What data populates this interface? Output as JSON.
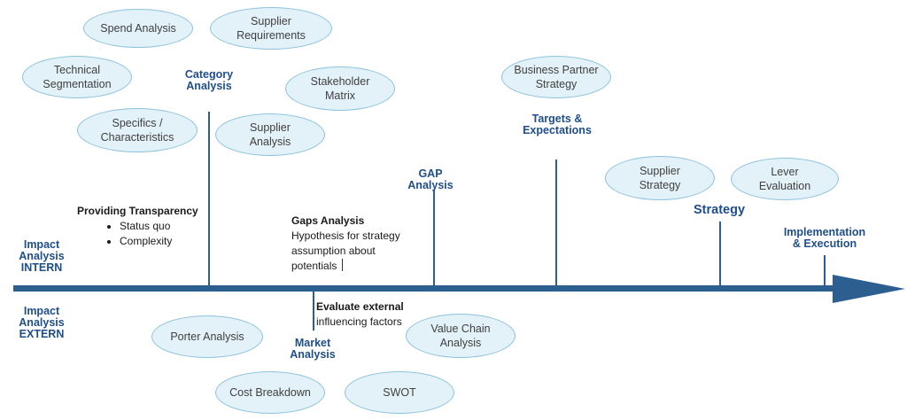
{
  "colors": {
    "arrow": "#2c5f8f",
    "heading": "#1f4e8c",
    "bubble_fill": "#e3f1f8",
    "bubble_border": "#8cc3dc",
    "text": "#404040"
  },
  "labels": {
    "impact_intern": [
      "Impact",
      "Analysis",
      "INTERN"
    ],
    "impact_extern": [
      "Impact",
      "Analysis",
      "EXTERN"
    ]
  },
  "milestones": {
    "category": [
      "Category",
      "Analysis"
    ],
    "gap": [
      "GAP",
      "Analysis"
    ],
    "targets": [
      "Targets &",
      "Expectations"
    ],
    "strategy": [
      "Strategy"
    ],
    "implementation": [
      "Implementation",
      "& Execution"
    ],
    "market": [
      "Market",
      "Analysis"
    ]
  },
  "bubbles": {
    "spend": [
      "Spend Analysis"
    ],
    "supplier_requirements": [
      "Supplier",
      "Requirements"
    ],
    "technical_segmentation": [
      "Technical",
      "Segmentation"
    ],
    "stakeholder_matrix": [
      "Stakeholder",
      "Matrix"
    ],
    "specifics": [
      "Specifics /",
      "Characteristics"
    ],
    "supplier_analysis": [
      "Supplier",
      "Analysis"
    ],
    "business_partner": [
      "Business Partner",
      "Strategy"
    ],
    "supplier_strategy": [
      "Supplier",
      "Strategy"
    ],
    "lever_evaluation": [
      "Lever",
      "Evaluation"
    ],
    "porter": [
      "Porter Analysis"
    ],
    "value_chain": [
      "Value Chain",
      "Analysis"
    ],
    "cost_breakdown": [
      "Cost Breakdown"
    ],
    "swot": [
      "SWOT"
    ]
  },
  "notes": {
    "transparency": {
      "title": "Providing Transparency",
      "items": [
        "Status quo",
        "Complexity"
      ]
    },
    "gaps": {
      "title": "Gaps Analysis",
      "lines": [
        "Hypothesis for strategy",
        "assumption about",
        "potentials"
      ]
    },
    "external": {
      "title": "Evaluate external",
      "lines": [
        "influencing factors"
      ]
    }
  }
}
